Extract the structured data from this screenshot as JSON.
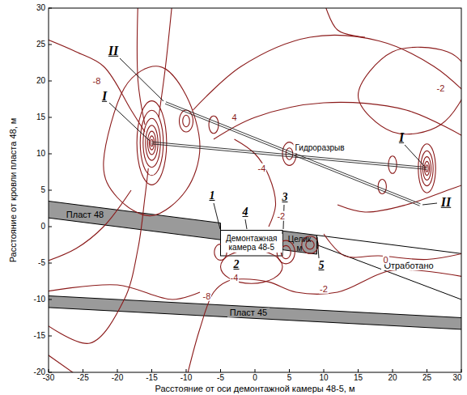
{
  "diagram": {
    "nodes": [
      {
        "text": [
          "Пласт 48"
        ]
      },
      {
        "text": [
          "Демонтажная камера 48-5"
        ]
      },
      {
        "text": [
          "Целик м"
        ]
      },
      {
        "text": [
          "Отработано"
        ]
      },
      {
        "text": [
          "Пласт 45"
        ]
      }
    ],
    "labels": [
      "30",
      "25",
      "20",
      "15",
      "10",
      "5",
      "0",
      "-5",
      "-10",
      "-15",
      "-20",
      "-30",
      "-25",
      "-20",
      "-15",
      "-10",
      "-5",
      "0",
      "5",
      "10",
      "15",
      "20",
      "25",
      "30",
      "Расстояние от кровли пласта 48, м",
      "Расстояние от оси демонтажной камеры 48-5, м",
      "I",
      "II",
      "I",
      "II",
      "1",
      "2",
      "3",
      "4",
      "5",
      "Гидроразрыв",
      "-8",
      "-8",
      "-4",
      "-4",
      "-2",
      "-2",
      "0",
      "-2",
      "4"
    ]
  }
}
